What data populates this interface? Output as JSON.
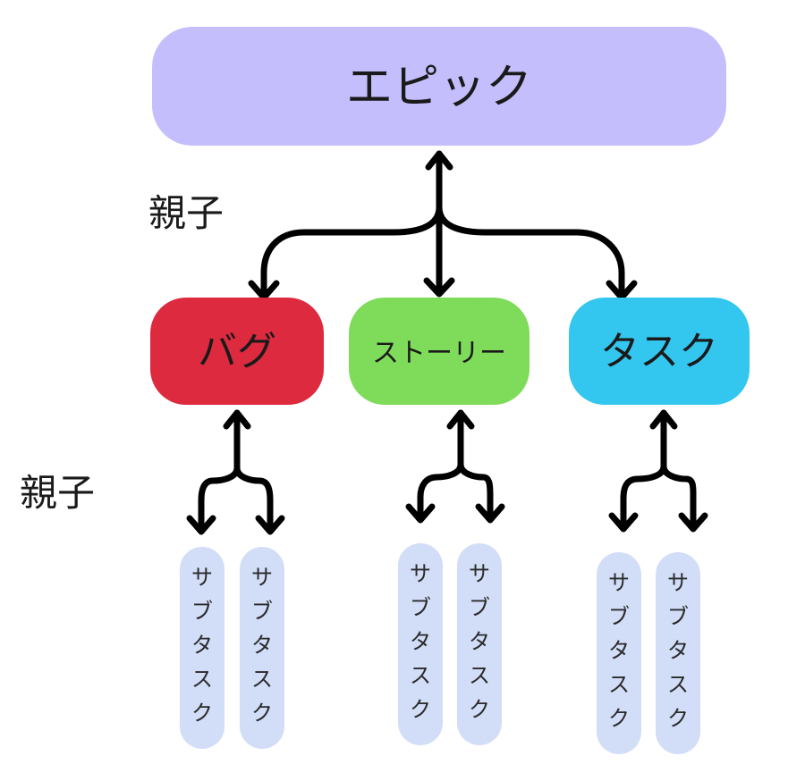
{
  "epic": {
    "label": "エピック",
    "color": "#c5befd"
  },
  "children": [
    {
      "label": "バグ",
      "color": "#dd2a3f"
    },
    {
      "label": "ストーリー",
      "color": "#7fdc5a"
    },
    {
      "label": "タスク",
      "color": "#33c6ef"
    }
  ],
  "relation_labels": [
    "親子",
    "親子"
  ],
  "subtask": {
    "label": "サブタスク",
    "color": "#d2ddf8"
  }
}
